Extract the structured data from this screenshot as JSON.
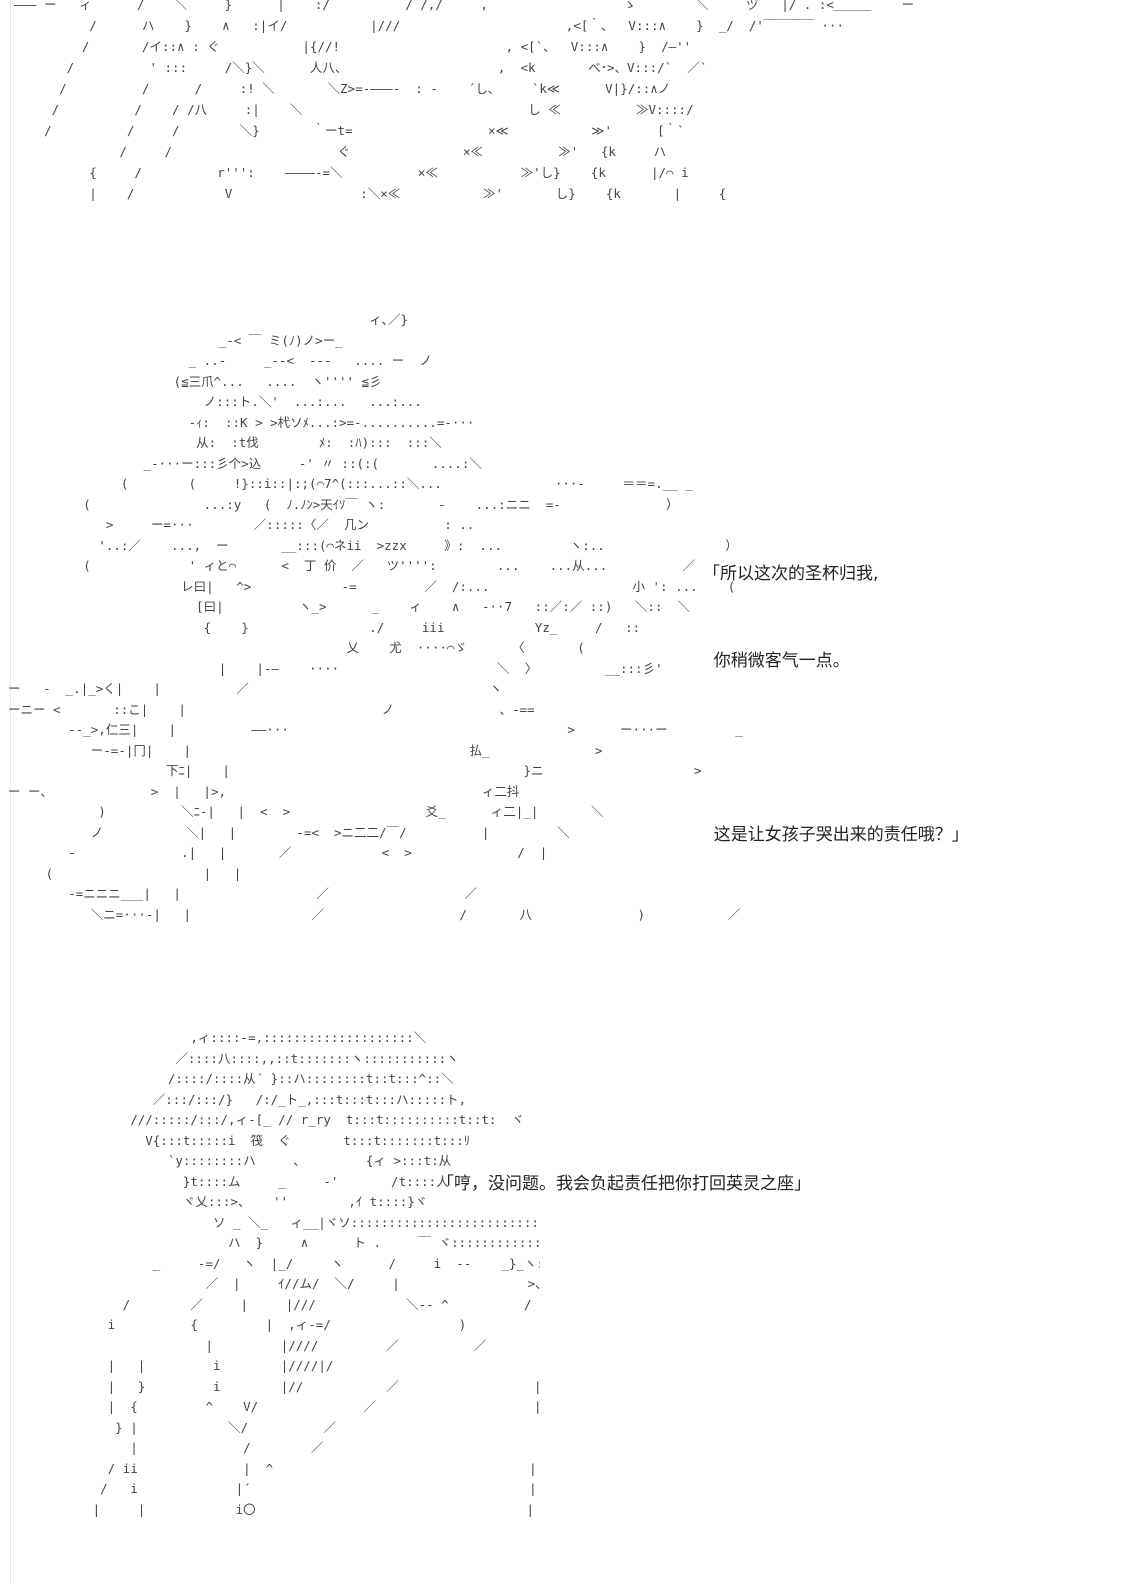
{
  "panels": {
    "top": {
      "art": [
        "——— ー   ィ      /    ＼     }      |    :/          / /,/￣￣￣,                  ゝ        ＼     ヅ   |/ . :<＿＿＿    ー",
        "          /      ハ    }    ∧   :|イ/           |///                      ,<[｀、  V:::∧    }  _/  /'￣￣￣￣ ···",
        "         /       /イ::∧ : ぐ           |{//!                      , <[`、  V:::∧    }  /―''",
        "       /          ' :::     /＼}＼      人八、                    ,  <k       べ･>、V:::/`  ／`",
        "      /          /      /     :! ＼       ＼Z>=-―――-  : -    ´し､     `k≪      V|}/::∧ノ",
        "     /          /    / /八     :|    ＼                              し ≪          ≫V::::/",
        "    /          /     /        ＼}       ｀ーt=                  ×≪           ≫'      [｀`",
        "              /     /                      ぐ               ×≪          ≫'   {k     ハ",
        "          {     /          r''':    ――――-=＼          ×≪           ≫'し}    {k      |/⌒ i",
        "          |    /            V                 :＼×≪           ≫'       し}    {k       |     {"
      ]
    },
    "middle": {
      "art": [
        "                                                ィ､／}",
        "                            _-< ￣ ミ(ﾉ)ノ>ー_",
        "                        _ ..-     _--<  ---   .... ー  ノ",
        "                      (≦三爪^...   ....  ヽ'''' ≦彡",
        "                          ノ:::ト.＼'  ...:...   ...:...",
        "                        -ｨ:  ::K > >杙ソﾒ...:>=-..........=-···",
        "                         从:  :t伐        ﾒ:  :ﾊ):::  :::＼",
        "                  _-···ー:::彡个>込     -' 〃 ::(:(       ....:＼",
        "               (        (     !}::i::|:;(⌒7^(:::...::＼...               ···-     ＝＝=.__ _",
        "          (               ...:y   (  ﾉ.ﾉﾝ>天ｲｿ￣ ヽ:       -    ...:ニニ  =-              ）",
        "             >     ー=···        ／:::::〈／  几ン          : ..",
        "            '..:／    ...,  ー       __:::(⌒ネii  >zzx     》:  ...         ヽ:..                ）",
        "          (             ' ィと⌒      <  丁 价  ／   ツ'''':        ...    ...从...          ／",
        "                       レ曰|   ^>            -=         ／  /:...                   小 ': ...    (",
        "                         [曰|          ヽ_>      _    ィ    ∧   -··7   ::／:／ ::)   ＼::  ＼",
        "                          {    }                ./     iii            Yz_     /   ::",
        "                                             乂    尤  ····⌒ゞ      〈       (",
        "                            |    |-―    ····                     ＼  〉         __:::彡'",
        "ー   -  _.|_>く|    |          ／                                ヽ",
        "ーニー <       ::こ|    |                          ノ              、-==                                    _――   ー",
        "        --_>,仁三|    |          ――···                                     >      ー···ー         _            ＼",
        "           ー-=-|冂|    |                                     払_              >",
        "                     下ﾆ|    |                                       }ニ                    >                              )",
        "ー ー、             >  |   |>,                                  ィ二抖",
        "            )          ＼ﾆ-|   |  <  >                  爻_      ィ二|_|       ＼",
        "           ノ           ＼|   |        -=<  >ニ二二/￣/          |         ＼",
        "        -              .|   |       ／            <  >              /  |                                   ／",
        "     (                    |   |",
        "        -=ニニニ___|   |                  ／                  ／",
        "           ＼ニ=···-|   |                ／                  /       八              )           ／"
      ]
    },
    "bottom": {
      "art": [
        "                ,ィ::::-=,::::::::::::::::::::＼",
        "              ／::::八::::,,::t:::::::ヽ:::::::::::ヽ",
        "             /::::/::::从´ }::ハ::::::::t::t:::^::＼",
        "           ／:::/:::/}   /:/_ト_,:::t:::t:::ハ:::::ト,",
        "        ///:::::/:::/,ィ-[_ // r_ry  t:::t::::::::::t::t:  ヾ",
        "          V{:::t:::::i  筏  ぐ       t:::t:::::::t:::ﾘ",
        "             `y::::::::ハ     、        {ィ >:::t:从",
        "               }t::::ム     _     -'       /t::::人",
        "               ヾ乂:::>、   ''        ,ｲ t::::}ヾ",
        "                   ソ _ ＼_   ィ__|ヾソ:::::::::::::::::::::::::::",
        "                     ハ  }     ∧      ト .     ￣ ヾ:::::::::::::::::ヽ",
        "           _     -=/   ヽ  |_/     ヽ      /     i  --    _}_ヽ:::::::ハ>、",
        "                  ／  |     ｲ//ム/  ＼/     |                 >、 ::::]",
        "       /        ／     |     |///            ＼-- ^          /     |::::ﾉ",
        "     i          {         |  ,ィ-=/                 )           /",
        "                  |         |////         ／          ／        /          |",
        "     |   |         i        |////|/",
        "     |   }         i        |//           ／                  |",
        "     |  {         ^    V/              ／                     |          |",
        "      } |            ＼/          ／",
        "        |              /        ／",
        "     / ii              |  ^                                  |           |",
        "    /   i             |´                                     |           |",
        "   |     |            i〇                                    |           |"
      ]
    }
  },
  "dialogues": {
    "first": {
      "lines": [
        "「所以这次的圣杯归我,",
        "  你稍微客气一点。",
        "",
        "  这是让女孩子哭出来的责任哦？」"
      ]
    },
    "second": {
      "lines": [
        "「哼，没问题。我会负起责任把你打回英灵之座」"
      ]
    }
  }
}
